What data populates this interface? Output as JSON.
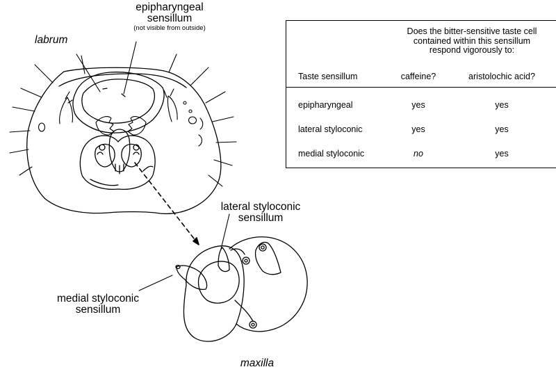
{
  "labels": {
    "labrum": "labrum",
    "epipharyngeal_line1": "epipharyngeal",
    "epipharyngeal_line2": "sensillum",
    "epipharyngeal_note": "(not visible from outside)",
    "lateral_line1": "lateral styloconic",
    "lateral_line2": "sensillum",
    "medial_line1": "medial styloconic",
    "medial_line2": "sensillum",
    "maxilla": "maxilla"
  },
  "table": {
    "question_line1": "Does the bitter-sensitive taste cell",
    "question_line2": "contained within this sensillum",
    "question_line3": "respond vigorously to:",
    "col_sensillum": "Taste sensillum",
    "col_caffeine": "caffeine?",
    "col_aristolochic": "aristolochic acid?",
    "rows": [
      {
        "sensillum": "epipharyngeal",
        "caffeine": "yes",
        "aristolochic": "yes"
      },
      {
        "sensillum": "lateral styloconic",
        "caffeine": "yes",
        "aristolochic": "yes"
      },
      {
        "sensillum": "medial styloconic",
        "caffeine": "no",
        "aristolochic": "yes"
      }
    ]
  }
}
